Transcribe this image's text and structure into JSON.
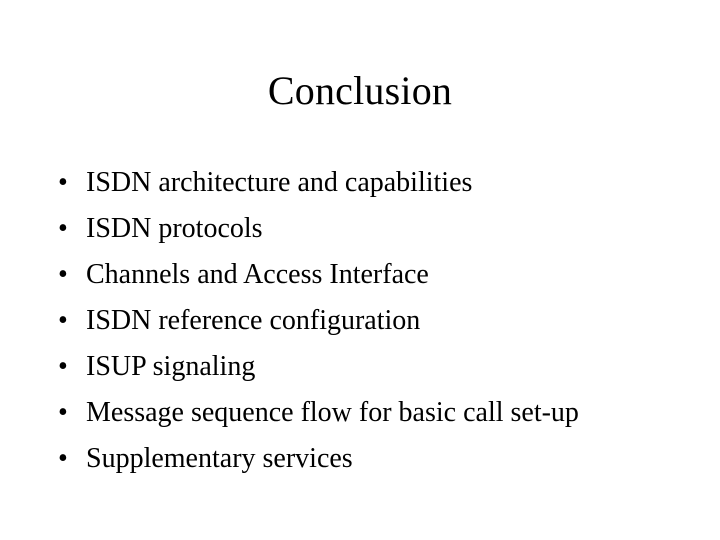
{
  "slide": {
    "title": "Conclusion",
    "bullet_glyph": "•",
    "text_color": "#000000",
    "background_color": "#ffffff",
    "items": [
      {
        "label": "ISDN architecture and capabilities"
      },
      {
        "label": "ISDN protocols"
      },
      {
        "label": "Channels and Access Interface"
      },
      {
        "label": "ISDN reference configuration"
      },
      {
        "label": "ISUP signaling"
      },
      {
        "label": "Message sequence flow for basic call set-up"
      },
      {
        "label": "Supplementary services"
      }
    ]
  }
}
